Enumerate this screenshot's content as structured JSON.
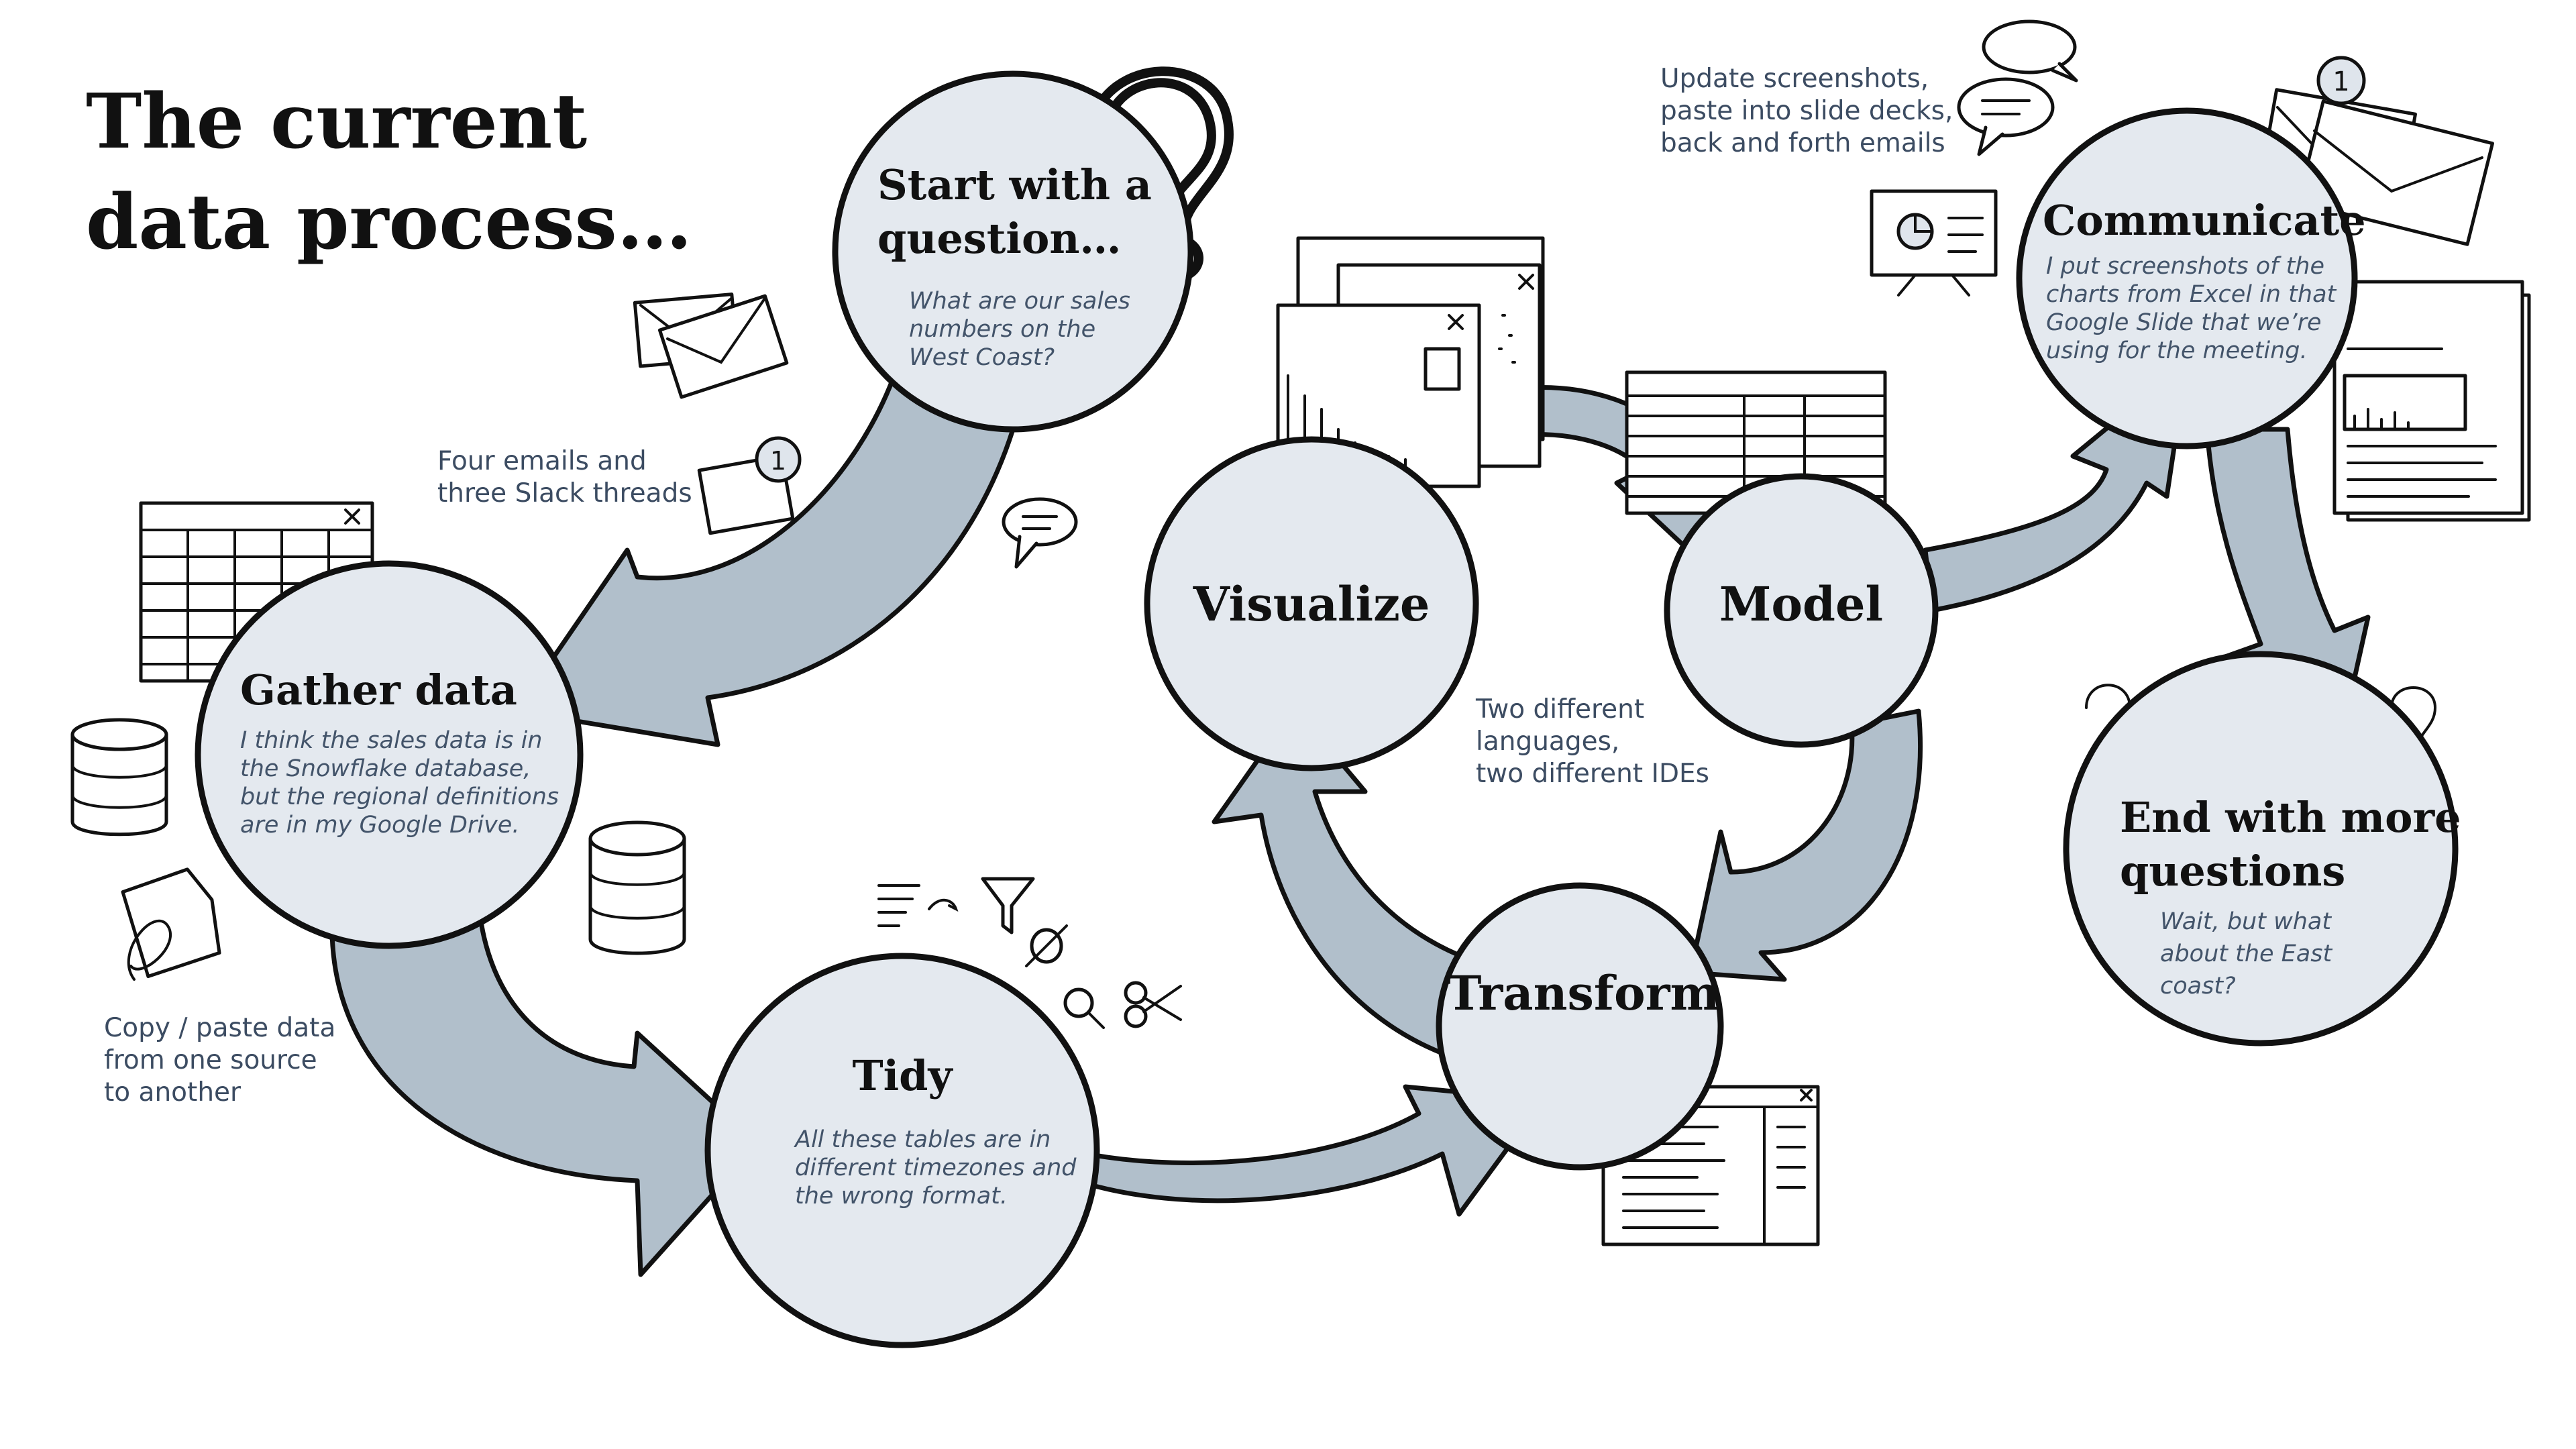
{
  "title": [
    "The current",
    "data process…"
  ],
  "nodes": {
    "start": {
      "title": [
        "Start with a",
        "question…"
      ],
      "desc": [
        "What are our sales",
        "numbers on the",
        "West Coast?"
      ]
    },
    "gather": {
      "title": [
        "Gather data"
      ],
      "desc": [
        "I think the sales data is in",
        "the Snowflake database,",
        "but the regional definitions",
        "are in my Google Drive."
      ]
    },
    "tidy": {
      "title": [
        "Tidy"
      ],
      "desc": [
        "All these tables are in",
        "different timezones and",
        "the wrong format."
      ]
    },
    "visualize": {
      "title": [
        "Visualize"
      ]
    },
    "model": {
      "title": [
        "Model"
      ]
    },
    "transform": {
      "title": [
        "Transform"
      ]
    },
    "communicate": {
      "title": [
        "Communicate"
      ],
      "desc": [
        "I put screenshots of the",
        "charts from Excel in that",
        "Google Slide that we’re",
        "using for the meeting."
      ]
    },
    "end": {
      "title": [
        "End with more",
        "questions"
      ],
      "desc": [
        "Wait, but what",
        "about the East",
        "coast?"
      ]
    }
  },
  "notes": {
    "emails": [
      "Four emails and",
      "three Slack threads"
    ],
    "copy_paste": [
      "Copy / paste data",
      "from one source",
      "to another"
    ],
    "languages": [
      "Two different",
      "languages,",
      "two different IDEs"
    ],
    "screenshots": [
      "Update screenshots,",
      "paste into slide decks,",
      "back and forth emails"
    ]
  },
  "badges": {
    "email_count_left": "1",
    "email_count_right": "1"
  },
  "icons": [
    "question-mark-icon",
    "envelope-icon",
    "speech-bubble-icon",
    "spreadsheet-icon",
    "database-icon",
    "document-clip-icon",
    "filter-icon",
    "magnifier-icon",
    "scissors-icon",
    "window-icon",
    "presentation-icon"
  ],
  "colors": {
    "node_fill": "#e4e9ef",
    "arrow_fill": "#b1bfcb",
    "outline": "#111111",
    "note_text": "#3c4c62",
    "desc_text": "#43546a"
  }
}
